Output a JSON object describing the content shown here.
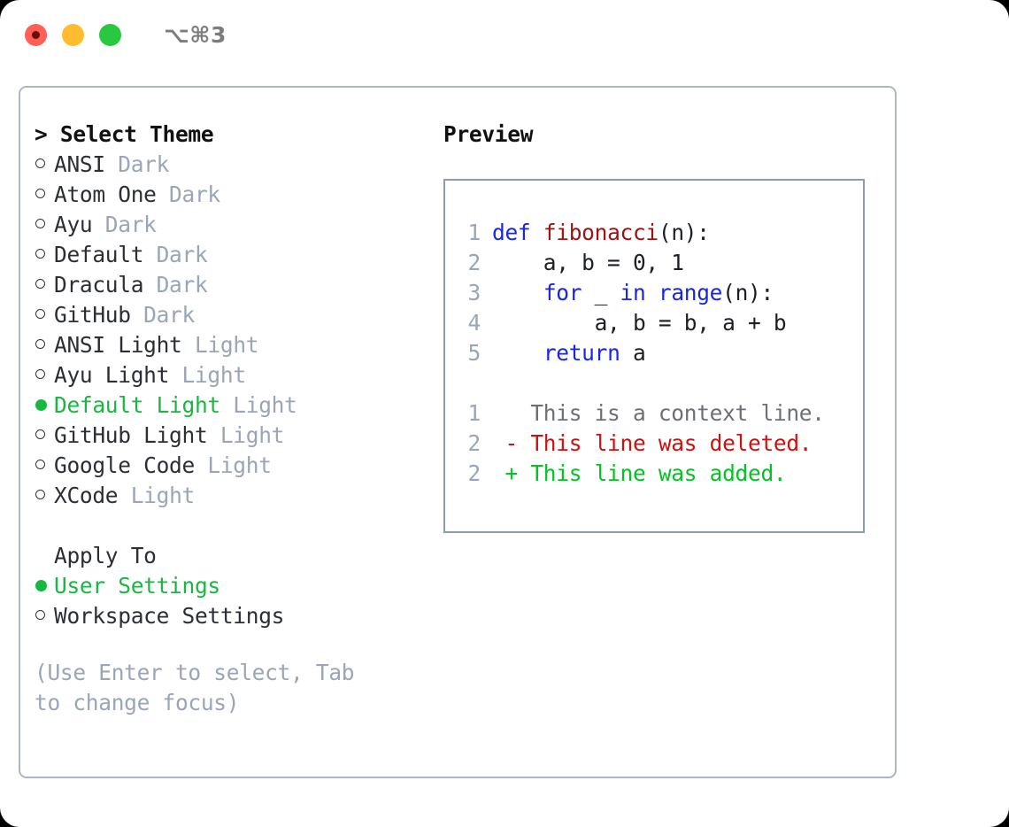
{
  "window": {
    "title": "⌥⌘3",
    "traffic_lights": [
      "close-button",
      "minimize-button",
      "maximize-button"
    ],
    "colors": {
      "close": "#ff5f57",
      "minimize": "#febc2e",
      "maximize": "#28c840",
      "accent_green": "#16b93f",
      "muted": "#9aa5b8",
      "border": "#aeb6c2"
    }
  },
  "theme_picker": {
    "header": "> Select Theme",
    "options": [
      {
        "bullet": "ring",
        "name": "ANSI",
        "kind": "Dark",
        "selected": false
      },
      {
        "bullet": "ring",
        "name": "Atom One",
        "kind": "Dark",
        "selected": false
      },
      {
        "bullet": "ring",
        "name": "Ayu",
        "kind": "Dark",
        "selected": false
      },
      {
        "bullet": "ring",
        "name": "Default",
        "kind": "Dark",
        "selected": false
      },
      {
        "bullet": "ring",
        "name": "Dracula",
        "kind": "Dark",
        "selected": false
      },
      {
        "bullet": "ring",
        "name": "GitHub",
        "kind": "Dark",
        "selected": false
      },
      {
        "bullet": "ring",
        "name": "ANSI Light",
        "kind": "Light",
        "selected": false
      },
      {
        "bullet": "ring",
        "name": "Ayu Light",
        "kind": "Light",
        "selected": false
      },
      {
        "bullet": "dot",
        "name": "Default Light",
        "kind": "Light",
        "selected": true
      },
      {
        "bullet": "ring",
        "name": "GitHub Light",
        "kind": "Light",
        "selected": false
      },
      {
        "bullet": "ring",
        "name": "Google Code",
        "kind": "Light",
        "selected": false
      },
      {
        "bullet": "ring",
        "name": "XCode",
        "kind": "Light",
        "selected": false
      }
    ]
  },
  "apply_to": {
    "header": "Apply To",
    "options": [
      {
        "bullet": "dot",
        "name": "User Settings",
        "selected": true
      },
      {
        "bullet": "ring",
        "name": "Workspace Settings",
        "selected": false
      }
    ]
  },
  "hint": "(Use Enter to select, Tab to change focus)",
  "preview": {
    "title": "Preview",
    "code_lines": [
      {
        "no": "1",
        "segments": [
          {
            "text": "def ",
            "style": "kw"
          },
          {
            "text": "fibonacci",
            "style": "fn"
          },
          {
            "text": "(n):",
            "style": "plain"
          }
        ]
      },
      {
        "no": "2",
        "segments": [
          {
            "text": "    a, b = 0, 1",
            "style": "plain"
          }
        ]
      },
      {
        "no": "3",
        "segments": [
          {
            "text": "    ",
            "style": "plain"
          },
          {
            "text": "for",
            "style": "kw"
          },
          {
            "text": " _ ",
            "style": "plain"
          },
          {
            "text": "in range",
            "style": "kw"
          },
          {
            "text": "(n):",
            "style": "plain"
          }
        ]
      },
      {
        "no": "4",
        "segments": [
          {
            "text": "        a, b = b, a + b",
            "style": "plain"
          }
        ]
      },
      {
        "no": "5",
        "segments": [
          {
            "text": "    ",
            "style": "plain"
          },
          {
            "text": "return",
            "style": "kw"
          },
          {
            "text": " a",
            "style": "plain"
          }
        ]
      }
    ],
    "diff_lines": [
      {
        "no": "1",
        "marker": " ",
        "text": " This is a context line.",
        "style": "ctx"
      },
      {
        "no": "2",
        "marker": "-",
        "text": " This line was deleted.",
        "style": "del"
      },
      {
        "no": "2",
        "marker": "+",
        "text": " This line was added.",
        "style": "add"
      }
    ],
    "syntax_colors": {
      "keyword": "#1826e6",
      "function": "#9e1212",
      "plain": "#1c1f24",
      "lineno": "#9aa5b8",
      "diff_context": "#6c7076",
      "diff_delete": "#cc1111",
      "diff_add": "#00c421"
    }
  }
}
